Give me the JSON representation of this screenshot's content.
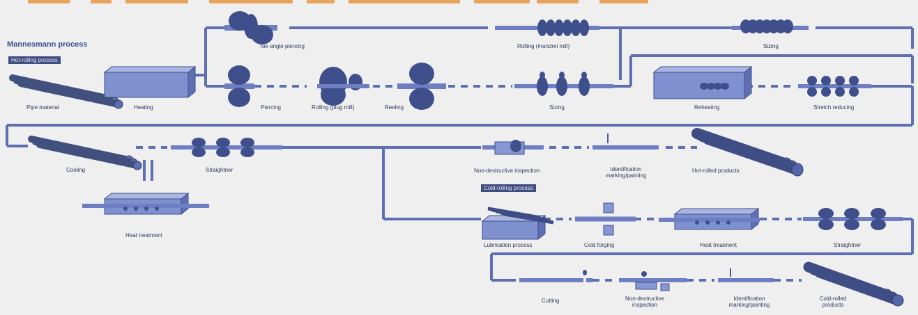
{
  "process_title": "Mannesmann process",
  "hot_rolling_tag": "Hot-rolling process",
  "cold_rolling_tag": "Cold-rolling process",
  "steps": {
    "toe_angle_piercing": "Toe angle piercing",
    "rolling_mandrel": "Rolling (mandrel mill)",
    "sizing_top": "Sizing",
    "pipe_material": "Pipe material",
    "heating": "Heating",
    "piercing": "Piercing",
    "rolling_plug": "Rolling (plug mill)",
    "reeling": "Reeling",
    "sizing_mid": "Sizing",
    "reheating": "Reheating",
    "stretch_reducing": "Stretch reducing",
    "cooling": "Cooling",
    "straightener_hot": "Straightner",
    "heat_treatment_hot": "Heat treatment",
    "ndi_hot": "Non-destructive inspection",
    "marking_hot": "Identification marking/painting",
    "hot_rolled_products": "Hot-rolled products",
    "lubrication": "Lubrication process",
    "cold_forging": "Cold forging",
    "heat_treatment_cold": "Heat treatment",
    "straightener_cold": "Straightner",
    "cutting": "Cutting",
    "ndi_cold": "Non-destructive inspection",
    "marking_cold": "Identification marking/painting",
    "cold_rolled_products": "Cold-rolled products"
  },
  "colors": {
    "line": "#5d6fb0",
    "fill": "#8a9ad6",
    "dark": "#3f4f8c",
    "accent": "#e8a35c"
  }
}
